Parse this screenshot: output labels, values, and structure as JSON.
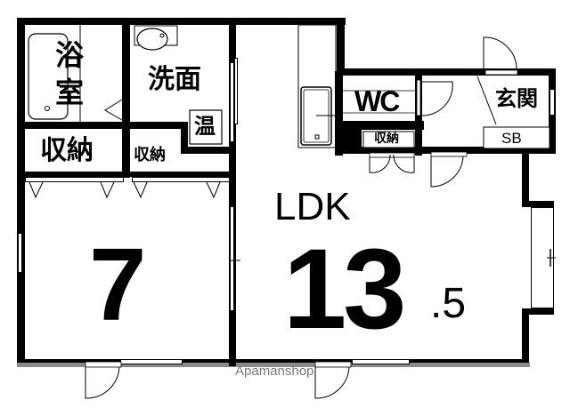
{
  "floorplan": {
    "rooms": [
      {
        "id": "bath",
        "label_line1": "浴",
        "label_line2": "室"
      },
      {
        "id": "washroom",
        "label": "洗面"
      },
      {
        "id": "water-heater",
        "label": "温"
      },
      {
        "id": "closet-left",
        "label": "収納"
      },
      {
        "id": "closet-small",
        "label": "収納"
      },
      {
        "id": "toilet",
        "label": "WC"
      },
      {
        "id": "closet-wc",
        "label": "収納"
      },
      {
        "id": "entrance",
        "label": "玄関"
      },
      {
        "id": "shoe-box",
        "label": "SB"
      },
      {
        "id": "ldk",
        "label": "LDK",
        "size_main": "13",
        "size_fraction": ".5"
      },
      {
        "id": "western-room",
        "size": "7"
      }
    ],
    "watermark": "Apamanshop",
    "colors": {
      "wall": "#000000",
      "balcony_rail": "#8a8a8a",
      "background": "#ffffff",
      "watermark": "#7a7a7a"
    }
  }
}
